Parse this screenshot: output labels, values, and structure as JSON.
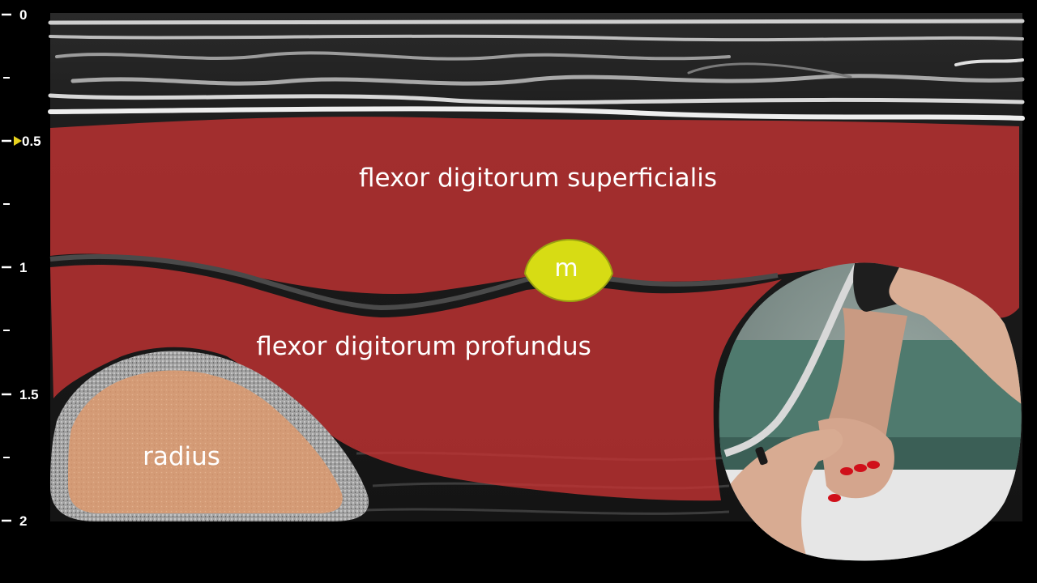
{
  "depth_scale": {
    "major_labels": [
      "0",
      "0.5",
      "1",
      "1.5",
      "2"
    ],
    "focus_marker_icon": "triangle-marker-icon"
  },
  "labels": {
    "superficialis": "flexor digitorum superficialis",
    "profundus": "flexor digitorum profundus",
    "nerve": "m",
    "bone": "radius"
  },
  "colors": {
    "background": "#000000",
    "muscle_overlay": "#c03232",
    "nerve_overlay": "#d7dc14",
    "bone_fill": "#d9a07c",
    "bone_cortex": "#9a9a9a",
    "focus_marker": "#e8d21e"
  }
}
